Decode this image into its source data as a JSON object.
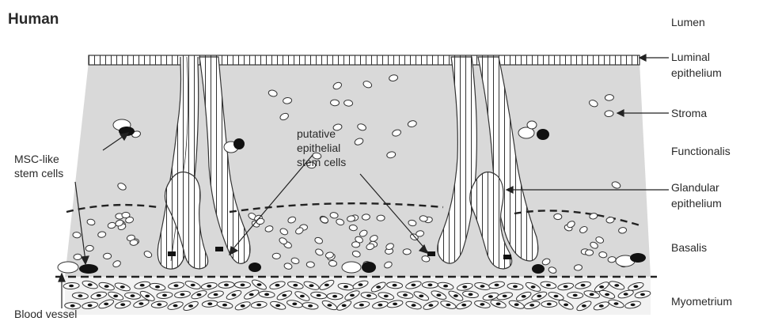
{
  "title": "Human",
  "labels": {
    "lumen": "Lumen",
    "luminal_epithelium": [
      "Luminal",
      "epithelium"
    ],
    "stroma": "Stroma",
    "functionalis": "Functionalis",
    "glandular_epithelium": [
      "Glandular",
      "epithelium"
    ],
    "basalis": "Basalis",
    "myometrium": "Myometrium",
    "msc_like_stem_cells": [
      "MSC-like",
      "stem cells"
    ],
    "putative_epithelial_stem_cells": [
      "putative",
      "epithelial",
      "stem cells"
    ],
    "blood_vessel": "Blood vessel"
  },
  "colors": {
    "tissue": "#d9d9d9",
    "outline": "#333333",
    "cell_fill": "#ffffff",
    "stem_cell": "#111111"
  }
}
